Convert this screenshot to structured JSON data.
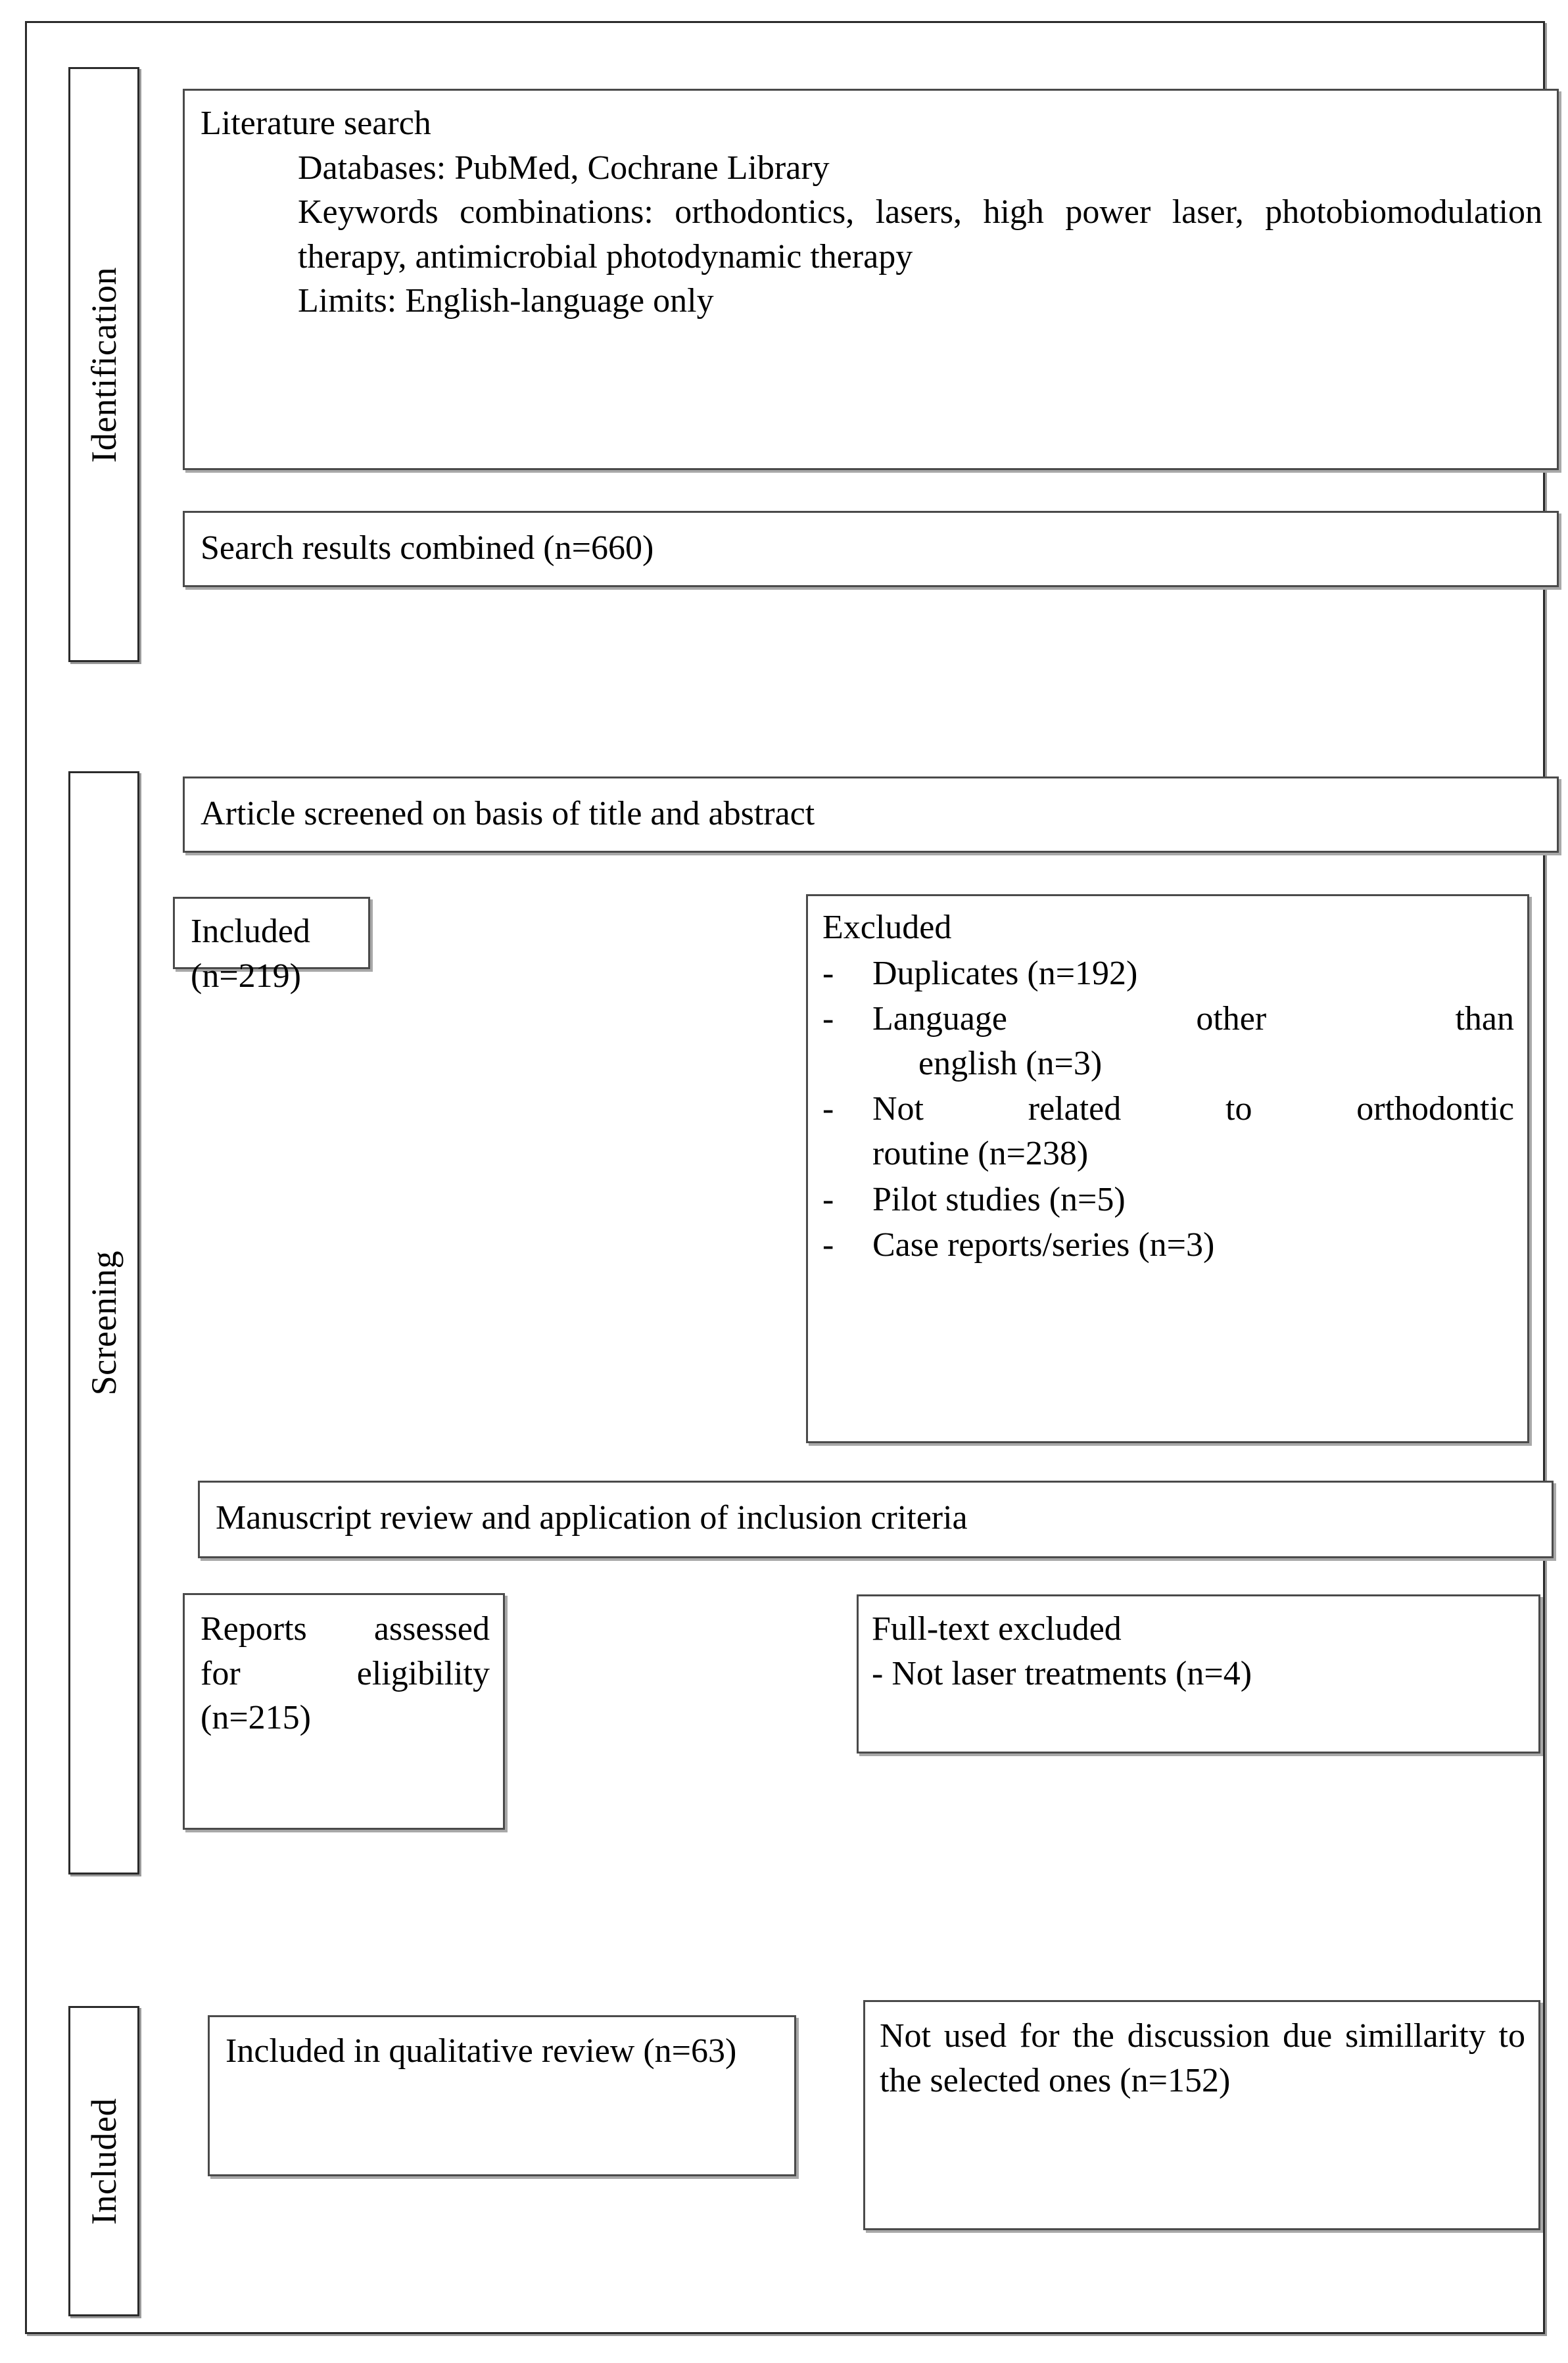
{
  "diagram": {
    "type": "prisma-flow-diagram",
    "title": "PRISMA literature selection flow"
  },
  "stages": {
    "identification": {
      "label": "Identification"
    },
    "screening": {
      "label": "Screening"
    },
    "included": {
      "label": "Included"
    }
  },
  "boxes": {
    "literature_search": {
      "heading": "Literature search",
      "databases_line": "Databases: PubMed, Cochrane Library",
      "keywords_line": "Keywords combinations: orthodontics, lasers, high power laser, photobiomodulation therapy, antimicrobial photodynamic therapy",
      "limits_line": "Limits: English-language only"
    },
    "search_results": {
      "text": "Search results combined (n=660)"
    },
    "article_screened": {
      "text": "Article screened on basis of title and abstract"
    },
    "included_screening": {
      "text": "Included (n=219)"
    },
    "excluded": {
      "heading": "Excluded",
      "dash": "-",
      "items": [
        {
          "text": "Duplicates (n=192)"
        },
        {
          "text": "Language other than",
          "continuation": "english (n=3)"
        },
        {
          "text": "Not related to orthodontic",
          "continuation": "routine (n=238)"
        },
        {
          "text": "Pilot studies (n=5)"
        },
        {
          "text": "Case reports/series (n=3)"
        }
      ]
    },
    "manuscript_review": {
      "text": "Manuscript review and application of inclusion criteria"
    },
    "reports_assessed": {
      "line1": "Reports assessed",
      "line2": "for eligibility",
      "line3": "(n=215)"
    },
    "fulltext_excluded": {
      "heading": "Full-text excluded",
      "item": "- Not laser  treatments (n=4)"
    },
    "included_qualitative": {
      "text": "Included in qualitative review  (n=63)"
    },
    "not_used": {
      "text": "Not used for the discussion due simillarity to the selected ones  (n=152)"
    }
  },
  "chart_data": {
    "type": "table",
    "title": "PRISMA flow counts",
    "categories": [
      "Search results combined",
      "Included after title/abstract screening",
      "Excluded - Duplicates",
      "Excluded - Language other than english",
      "Excluded - Not related to orthodontic routine",
      "Excluded - Pilot studies",
      "Excluded - Case reports/series",
      "Reports assessed for eligibility",
      "Full-text excluded - Not laser treatments",
      "Included in qualitative review",
      "Not used for the discussion due simillarity to the selected ones"
    ],
    "values": [
      660,
      219,
      192,
      3,
      238,
      5,
      3,
      215,
      4,
      63,
      152
    ]
  }
}
